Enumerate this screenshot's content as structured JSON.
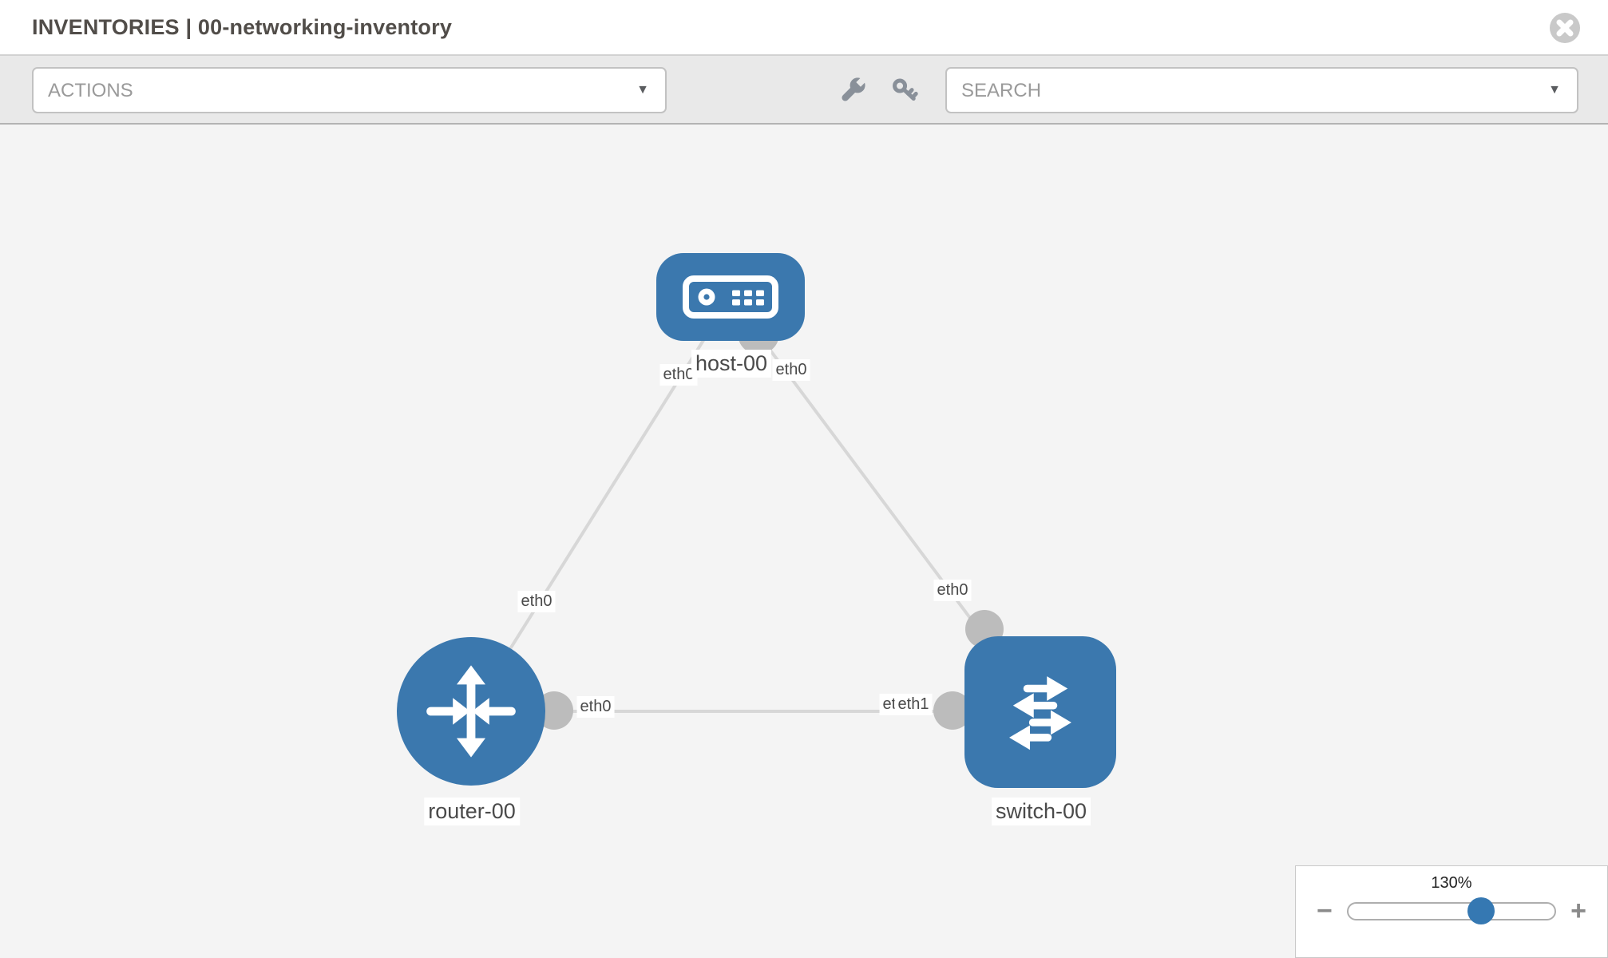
{
  "header": {
    "title": "INVENTORIES | 00-networking-inventory",
    "close_icon": "x-circle"
  },
  "toolbar": {
    "actions_label": "ACTIONS",
    "search_placeholder": "SEARCH",
    "icons": [
      "wrench-icon",
      "key-icon"
    ],
    "caret_glyph": "▼"
  },
  "topology": {
    "nodes": [
      {
        "id": "host-00",
        "type": "host",
        "label": "host-00"
      },
      {
        "id": "router-00",
        "type": "router",
        "label": "router-00"
      },
      {
        "id": "switch-00",
        "type": "switch",
        "label": "switch-00"
      }
    ],
    "links": [
      {
        "from": "host-00",
        "to": "router-00",
        "from_interface": "eth0",
        "to_interface": "eth0"
      },
      {
        "from": "host-00",
        "to": "switch-00",
        "from_interface": "eth0",
        "to_interface": "eth0"
      },
      {
        "from": "router-00",
        "to": "switch-00",
        "from_interface": "eth0",
        "to_interface": "eth1"
      }
    ]
  },
  "zoom_control": {
    "value": "130%",
    "minus_label": "−",
    "plus_label": "+",
    "percent": 64.5
  },
  "colors": {
    "node_blue": "#3b78ae",
    "link_gray": "#d7d7d7",
    "connector_gray": "#bcbcbc",
    "canvas_bg": "#f4f4f4",
    "toolbar_bg": "#e9e9e9",
    "slider_thumb_blue": "#3578b2"
  }
}
